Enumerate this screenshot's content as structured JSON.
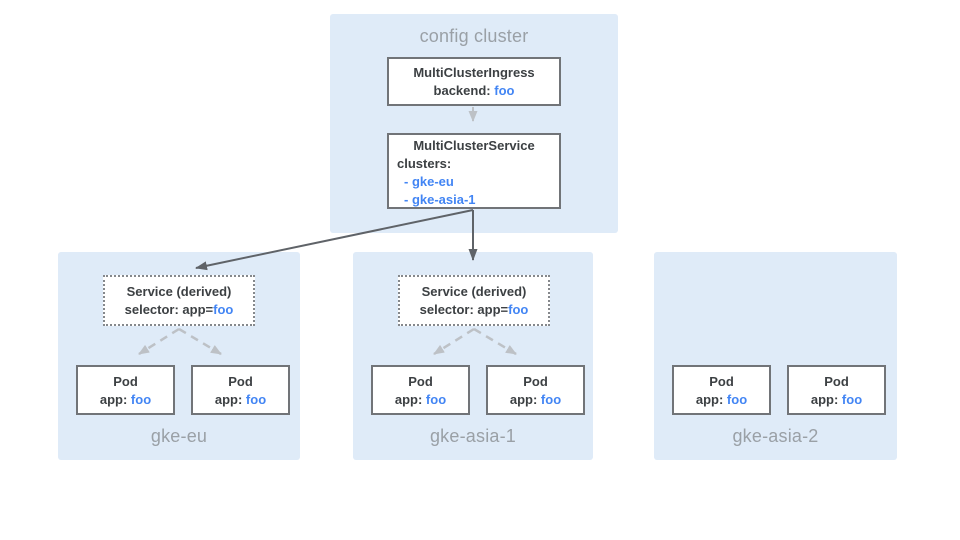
{
  "diagram": {
    "config_cluster": {
      "label": "config cluster",
      "ingress": {
        "title": "MultiClusterIngress",
        "backend_label": "backend:",
        "backend_value": "foo"
      },
      "service": {
        "title": "MultiClusterService",
        "clusters_label": "clusters:",
        "cluster_items": [
          "- gke-eu",
          "- gke-asia-1"
        ]
      }
    },
    "clusters": [
      {
        "name": "gke-eu",
        "derived_service": {
          "title": "Service (derived)",
          "selector_label": "selector: app=",
          "selector_value": "foo"
        },
        "pods": [
          {
            "title": "Pod",
            "app_label": "app:",
            "app_value": "foo"
          },
          {
            "title": "Pod",
            "app_label": "app:",
            "app_value": "foo"
          }
        ]
      },
      {
        "name": "gke-asia-1",
        "derived_service": {
          "title": "Service (derived)",
          "selector_label": "selector: app=",
          "selector_value": "foo"
        },
        "pods": [
          {
            "title": "Pod",
            "app_label": "app:",
            "app_value": "foo"
          },
          {
            "title": "Pod",
            "app_label": "app:",
            "app_value": "foo"
          }
        ]
      },
      {
        "name": "gke-asia-2",
        "pods": [
          {
            "title": "Pod",
            "app_label": "app:",
            "app_value": "foo"
          },
          {
            "title": "Pod",
            "app_label": "app:",
            "app_value": "foo"
          }
        ]
      }
    ],
    "colors": {
      "container_bg": "#dfebf8",
      "node_border": "#717478",
      "text_dark": "#3c4043",
      "text_muted": "#9aa0a6",
      "accent_blue": "#4285f4",
      "arrow_dark": "#5f6368",
      "arrow_light": "#bdc1c6"
    }
  }
}
